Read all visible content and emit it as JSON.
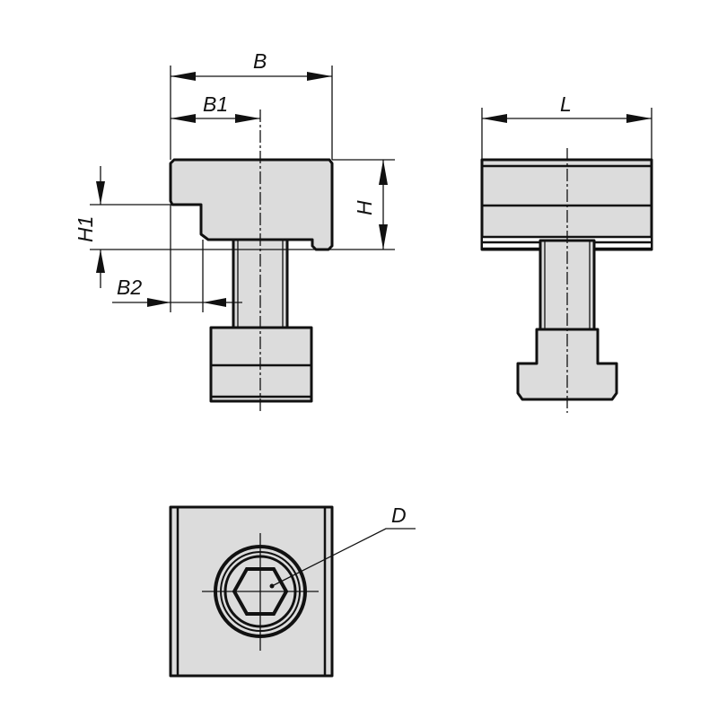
{
  "title": "T-slot clamp technical drawing",
  "dimensions": {
    "B": "B",
    "B1": "B1",
    "B2": "B2",
    "H": "H",
    "H1": "H1",
    "L": "L",
    "D": "D"
  },
  "colors": {
    "fill": "#dcdcdc",
    "line": "#111111"
  }
}
